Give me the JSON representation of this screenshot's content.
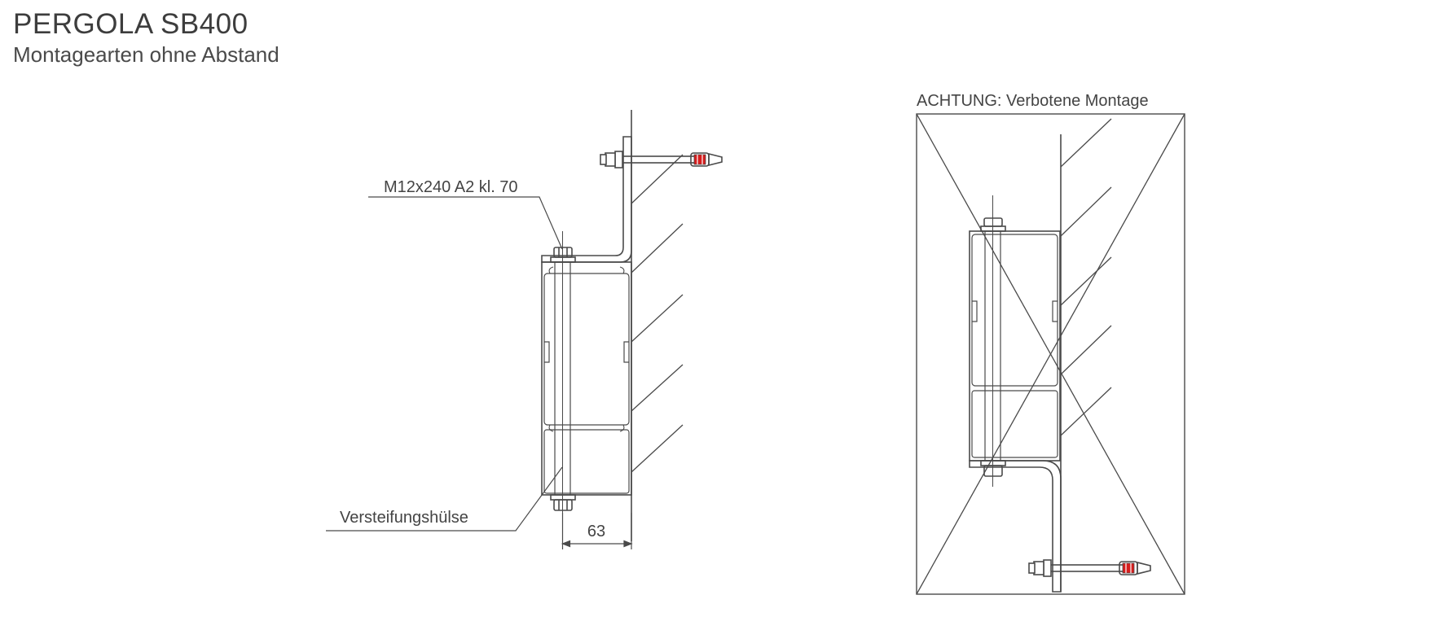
{
  "header": {
    "title": "PERGOLA SB400",
    "subtitle": "Montagearten ohne Abstand"
  },
  "left_detail": {
    "bolt_label": "M12x240 A2 kl. 70",
    "sleeve_label": "Versteifungshülse",
    "dimension_label": "63"
  },
  "right_detail": {
    "warning_label": "ACHTUNG: Verbotene Montage"
  },
  "colors": {
    "line": "#4a4a4a",
    "anchor_mark": "#d61d1d",
    "text": "#444444"
  }
}
